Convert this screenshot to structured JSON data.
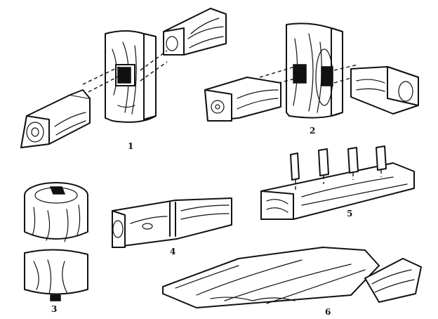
{
  "figures": [
    {
      "id": "fig-1",
      "label": "1"
    },
    {
      "id": "fig-2",
      "label": "2"
    },
    {
      "id": "fig-3",
      "label": "3"
    },
    {
      "id": "fig-4",
      "label": "4"
    },
    {
      "id": "fig-5",
      "label": "5"
    },
    {
      "id": "fig-6",
      "label": "6"
    }
  ],
  "colors": {
    "ink": "#111111",
    "paper": "#ffffff"
  }
}
